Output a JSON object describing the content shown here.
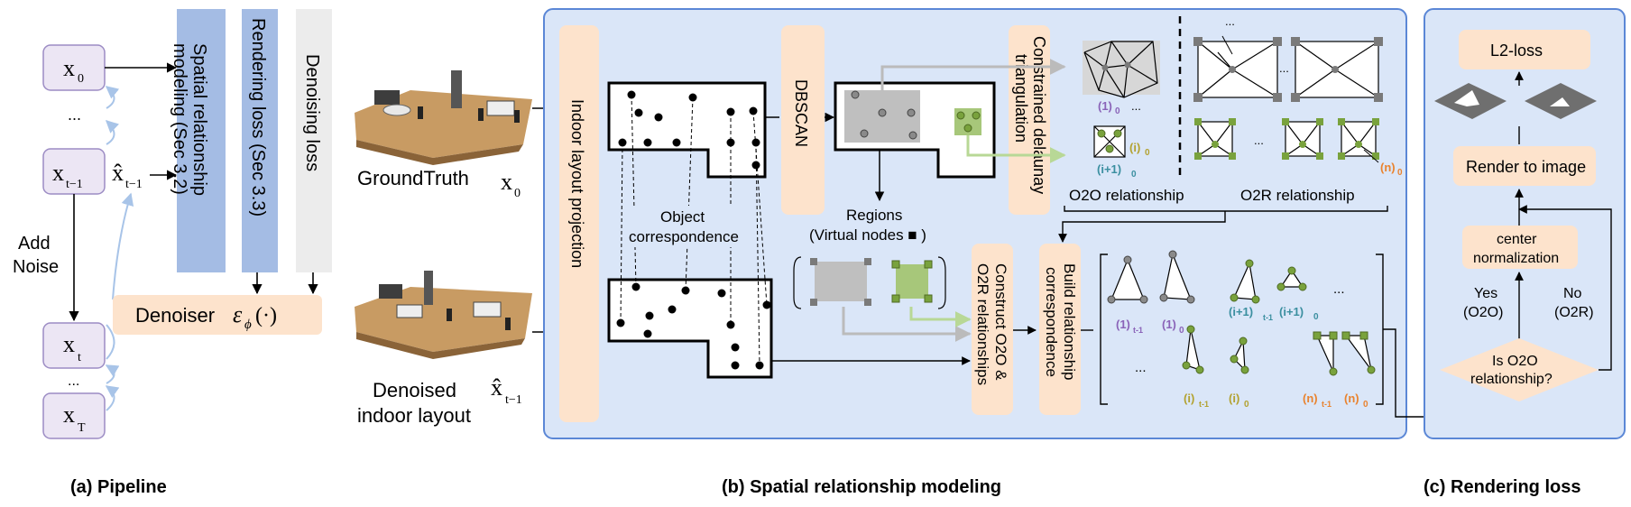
{
  "pipeline": {
    "x0": "x",
    "x0_sub": "0",
    "dots": "...",
    "xt1": "x",
    "xt1_sub": "t−1",
    "xhat": "x̂",
    "xhat_sub": "t−1",
    "xt": "x",
    "xt_sub": "t",
    "dots2": "...",
    "xT": "x",
    "xT_sub": "T",
    "add_noise": [
      "Add",
      "Noise"
    ],
    "denoiser": "Denoiser",
    "denoiser_symbol": "ε",
    "denoiser_sub": "ϕ",
    "denoiser_arg": "(·)",
    "bar_spatial": [
      "Spatial relationship",
      "modeling (Sec 3.2)"
    ],
    "bar_rendering": "Rendering loss (Sec 3.3)",
    "bar_denoising": "Denoising loss",
    "groundtruth": "GroundTruth",
    "gt_symbol": "x",
    "gt_sub": "0",
    "denoised": [
      "Denoised",
      "indoor layout"
    ],
    "den_symbol": "x̂",
    "den_sub": "t−1",
    "caption": "(a) Pipeline"
  },
  "spatial": {
    "indoor_proj": "Indoor layout projection",
    "dbscan": "DBSCAN",
    "cdt": [
      "Constrained delaunay",
      "triangulation"
    ],
    "object_corr": [
      "Object",
      "correspondence"
    ],
    "regions": [
      "Regions",
      "(Virtual nodes ■ )"
    ],
    "o2o": "O2O relationship",
    "o2r": "O2R relationship",
    "construct": [
      "Construct O2O &",
      "O2R relationships"
    ],
    "build": [
      "Build relationship",
      "correspondence"
    ],
    "dots": "...",
    "lab_1_0": "(1)",
    "lab_1_0_sub": "0",
    "lab_i_0": "(i)",
    "lab_i_0_sub": "0",
    "lab_i1_0": "(i+1)",
    "lab_i1_0_sub": "0",
    "lab_n_0": "(n)",
    "lab_n_0_sub": "0",
    "lab_1_t": "(1)",
    "lab_1_t_sub": "t-1",
    "lab_i1_t": "(i+1)",
    "lab_i1_t_sub": "t-1",
    "lab_i_t": "(i)",
    "lab_i_t_sub": "t-1",
    "lab_n_t": "(n)",
    "lab_n_t_sub": "t-1",
    "caption": "(b) Spatial relationship modeling"
  },
  "rendering": {
    "l2": "L2-loss",
    "render": "Render to image",
    "center": [
      "center",
      "normalization"
    ],
    "decision": [
      "Is O2O",
      "relationship?"
    ],
    "yes": [
      "Yes",
      "(O2O)"
    ],
    "no": [
      "No",
      "(O2R)"
    ],
    "caption": "(c) Rendering loss"
  },
  "colors": {
    "panel_bg": "#dae6f8",
    "panel_border": "#5b87d6",
    "peach": "#fde3cc",
    "node_box": "#ece6f4",
    "node_border": "#9c8cc4",
    "bar_blue": "#a4bce4",
    "bar_gray": "#ececec",
    "green": "#79a23d",
    "gray_node": "#8a8a8a",
    "purple": "#8a63b8",
    "teal": "#3b8fa0",
    "olive": "#b3a230",
    "orange": "#e9832f",
    "light_arrow": "#a8c4e8"
  }
}
